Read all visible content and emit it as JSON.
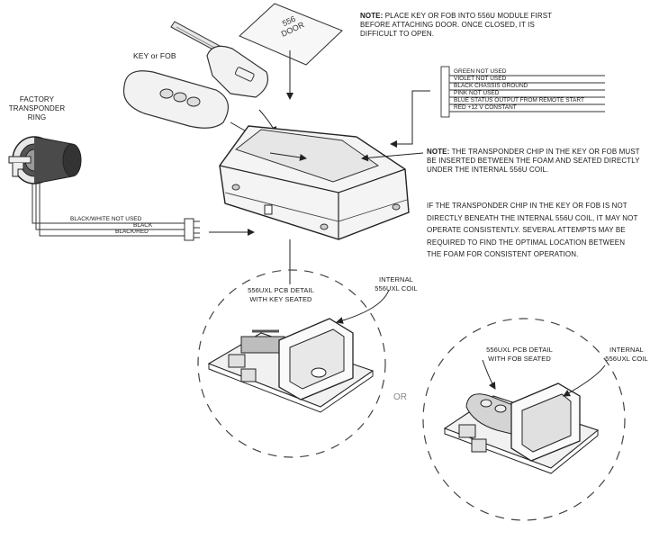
{
  "door_card": {
    "line1": "556",
    "line2": "DOOR"
  },
  "key_or_fob_label": "KEY or FOB",
  "factory_ring_label": {
    "line1": "FACTORY",
    "line2": "TRANSPONDER",
    "line3": "RING"
  },
  "note_top": {
    "prefix": "NOTE:",
    "line1": " PLACE KEY OR FOB INTO 556U MODULE FIRST",
    "line2": "BEFORE ATTACHING DOOR. ONCE CLOSED, IT IS",
    "line3": "DIFFICULT TO OPEN."
  },
  "connector_wires": [
    "GREEN  NOT USED",
    "VIOLET  NOT USED",
    "BLACK  CHASSIS GROUND",
    "PINK  NOT USED",
    "BLUE  STATUS OUTPUT FROM REMOTE START",
    "RED  +12 V CONSTANT"
  ],
  "ring_wires": [
    "BLACK/WHITE  NOT USED",
    "BLACK",
    "BLACK/RED"
  ],
  "note_middle": {
    "prefix": "NOTE:",
    "line1": " THE TRANSPONDER CHIP IN THE KEY OR FOB MUST",
    "line2": "BE INSERTED BETWEEN THE FOAM AND SEATED DIRECTLY",
    "line3": "UNDER THE INTERNAL 556U COIL."
  },
  "note_bottom": {
    "line1": "IF THE TRANSPONDER CHIP IN THE KEY OR FOB IS NOT",
    "line2": "DIRECTLY BENEATH THE INTERNAL 556U COIL, IT MAY NOT",
    "line3": "OPERATE CONSISTENTLY. SEVERAL ATTEMPTS MAY BE",
    "line4": "REQUIRED TO FIND THE OPTIMAL LOCATION BETWEEN",
    "line5": "THE FOAM FOR CONSISTENT OPERATION."
  },
  "detail_key": {
    "line1": "556UXL PCB DETAIL",
    "line2": "WITH KEY SEATED"
  },
  "internal_coil_left": {
    "line1": "INTERNAL",
    "line2": "556UXL COIL"
  },
  "or_label": "OR",
  "detail_fob": {
    "line1": "556UXL PCB DETAIL",
    "line2": "WITH FOB SEATED"
  },
  "internal_coil_right": {
    "line1": "INTERNAL",
    "line2": "556UXL COIL"
  }
}
